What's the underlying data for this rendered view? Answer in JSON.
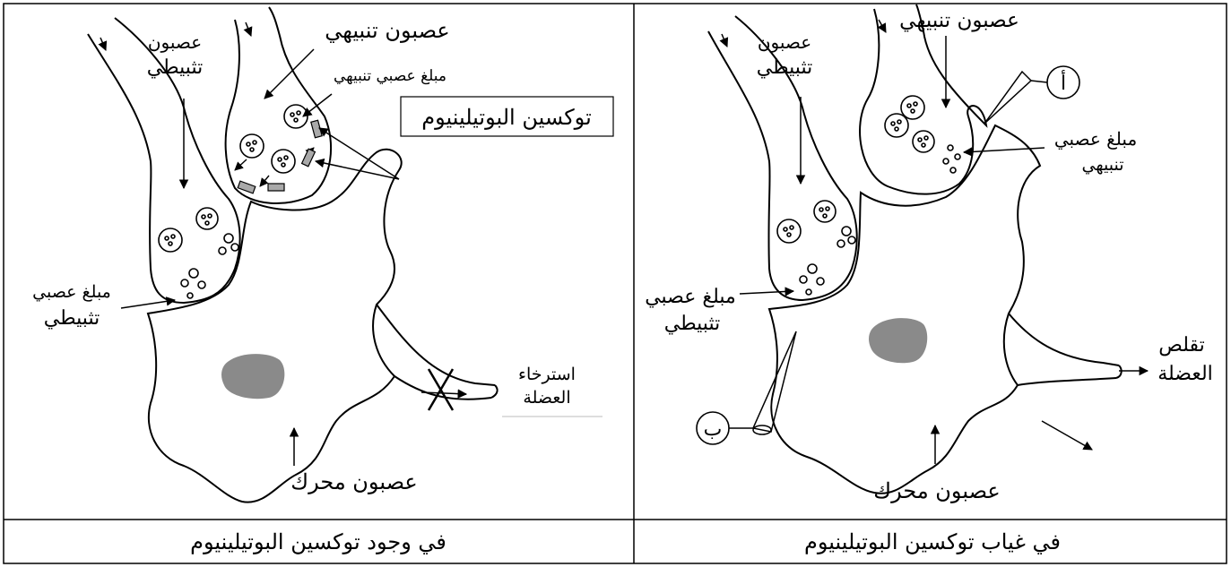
{
  "left_panel": {
    "caption": "في وجود توكسين البوتيلينيوم",
    "labels": {
      "inhibitory_neuron_top": "عصبون",
      "inhibitory_neuron_bottom": "تثبيطي",
      "excitatory_neuron": "عصبون تنبيهي",
      "excitatory_transmitter": "مبلغ عصبي تنبيهي",
      "toxin_box": "توكسين البوتيلينيوم",
      "inhibitory_transmitter_top": "مبلغ عصبي",
      "inhibitory_transmitter_bottom": "تثبيطي",
      "relaxation_top": "استرخاء",
      "relaxation_bottom": "العضلة",
      "motor_neuron": "عصبون محرك"
    }
  },
  "right_panel": {
    "caption": "في غياب توكسين البوتيلينيوم",
    "labels": {
      "inhibitory_neuron_top": "عصبون",
      "inhibitory_neuron_bottom": "تثبيطي",
      "excitatory_neuron": "عصبون تنبيهي",
      "electrode_a": "أ",
      "excitatory_transmitter_top": "مبلغ عصبي",
      "excitatory_transmitter_bottom": "تنبيهي",
      "inhibitory_transmitter_top": "مبلغ عصبي",
      "inhibitory_transmitter_bottom": "تثبيطي",
      "contraction_top": "تقلص",
      "contraction_bottom": "العضلة",
      "electrode_b": "ب",
      "motor_neuron": "عصبون محرك"
    }
  },
  "colors": {
    "line": "#000000",
    "nucleus": "#8a8a8a",
    "toxin_fill": "#a9a9a9",
    "background": "#ffffff"
  }
}
